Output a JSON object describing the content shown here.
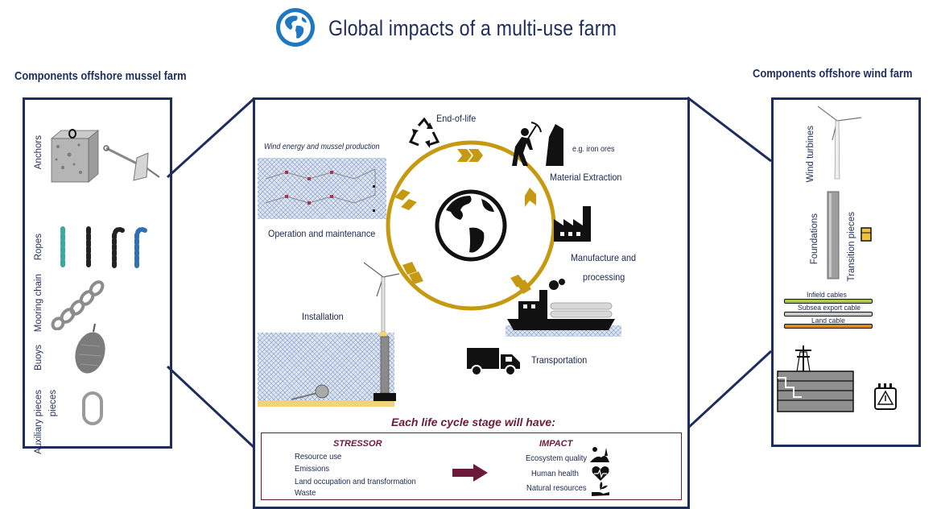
{
  "title": "Global impacts of a multi-use farm",
  "left_panel": {
    "title": "Components offshore mussel farm",
    "items": [
      "Anchors",
      "Ropes",
      "Mooring chain",
      "Buoys",
      "Auxiliary pieces"
    ]
  },
  "right_panel": {
    "title": "Components offshore wind farm",
    "items": [
      "Wind turbines",
      "Foundations",
      "Transition pieces"
    ],
    "cables": [
      "Infield cables",
      "Subsea export cable",
      "Land cable"
    ]
  },
  "center": {
    "production_label": "Wind energy and mussel production",
    "stages": {
      "end_of_life": "End-of-life",
      "extraction_note": "e.g. iron ores",
      "material_extraction": "Material Extraction",
      "manufacture_1": "Manufacture and",
      "manufacture_2": "processing",
      "transportation": "Transportation",
      "installation": "Installation",
      "operation": "Operation and maintenance"
    },
    "lifecycle_heading": "Each life cycle stage will have:",
    "stressor": {
      "title": "STRESSOR",
      "items": [
        "Resource use",
        "Emissions",
        "Land occupation and transformation",
        "Waste"
      ]
    },
    "impact": {
      "title": "IMPACT",
      "items": [
        "Ecosystem quality",
        "Human health",
        "Natural resources"
      ]
    }
  },
  "colors": {
    "frame": "#1f2d5c",
    "cycle": "#c59a12",
    "stressor_accent": "#6b1a3a",
    "infield_cable": "#a9c94a",
    "export_cable": "#c8c8c8",
    "land_cable": "#d98a1e"
  },
  "icons": [
    "globe-icon",
    "recycle-icon",
    "miner-icon",
    "factory-icon",
    "ship-icon",
    "truck-icon",
    "wind-turbine-icon",
    "earth-icon",
    "arrow-right-icon",
    "ecosystem-icon",
    "heart-icon",
    "hand-plant-icon",
    "substation-icon",
    "transformer-icon"
  ]
}
